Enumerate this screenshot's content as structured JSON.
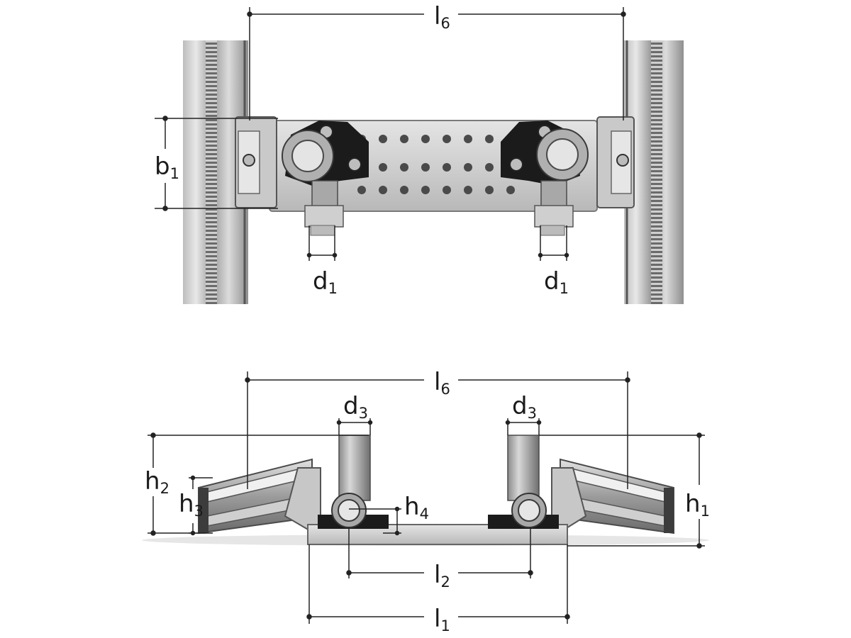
{
  "top_view": {
    "l6": {
      "base": "l",
      "sub": "6"
    },
    "b1": {
      "base": "b",
      "sub": "1"
    },
    "d1_left": {
      "base": "d",
      "sub": "1"
    },
    "d1_right": {
      "base": "d",
      "sub": "1"
    }
  },
  "side_view": {
    "l6": {
      "base": "l",
      "sub": "6"
    },
    "d3_left": {
      "base": "d",
      "sub": "3"
    },
    "d3_right": {
      "base": "d",
      "sub": "3"
    },
    "h2": {
      "base": "h",
      "sub": "2"
    },
    "h3": {
      "base": "h",
      "sub": "3"
    },
    "h4": {
      "base": "h",
      "sub": "4"
    },
    "h1": {
      "base": "h",
      "sub": "1"
    },
    "l2": {
      "base": "l",
      "sub": "2"
    },
    "l1": {
      "base": "l",
      "sub": "1"
    }
  },
  "colors": {
    "metal_light": "#d9d9d9",
    "metal_mid": "#a9a9a9",
    "metal_dark": "#5a5a5a",
    "black": "#1b1b1b"
  }
}
